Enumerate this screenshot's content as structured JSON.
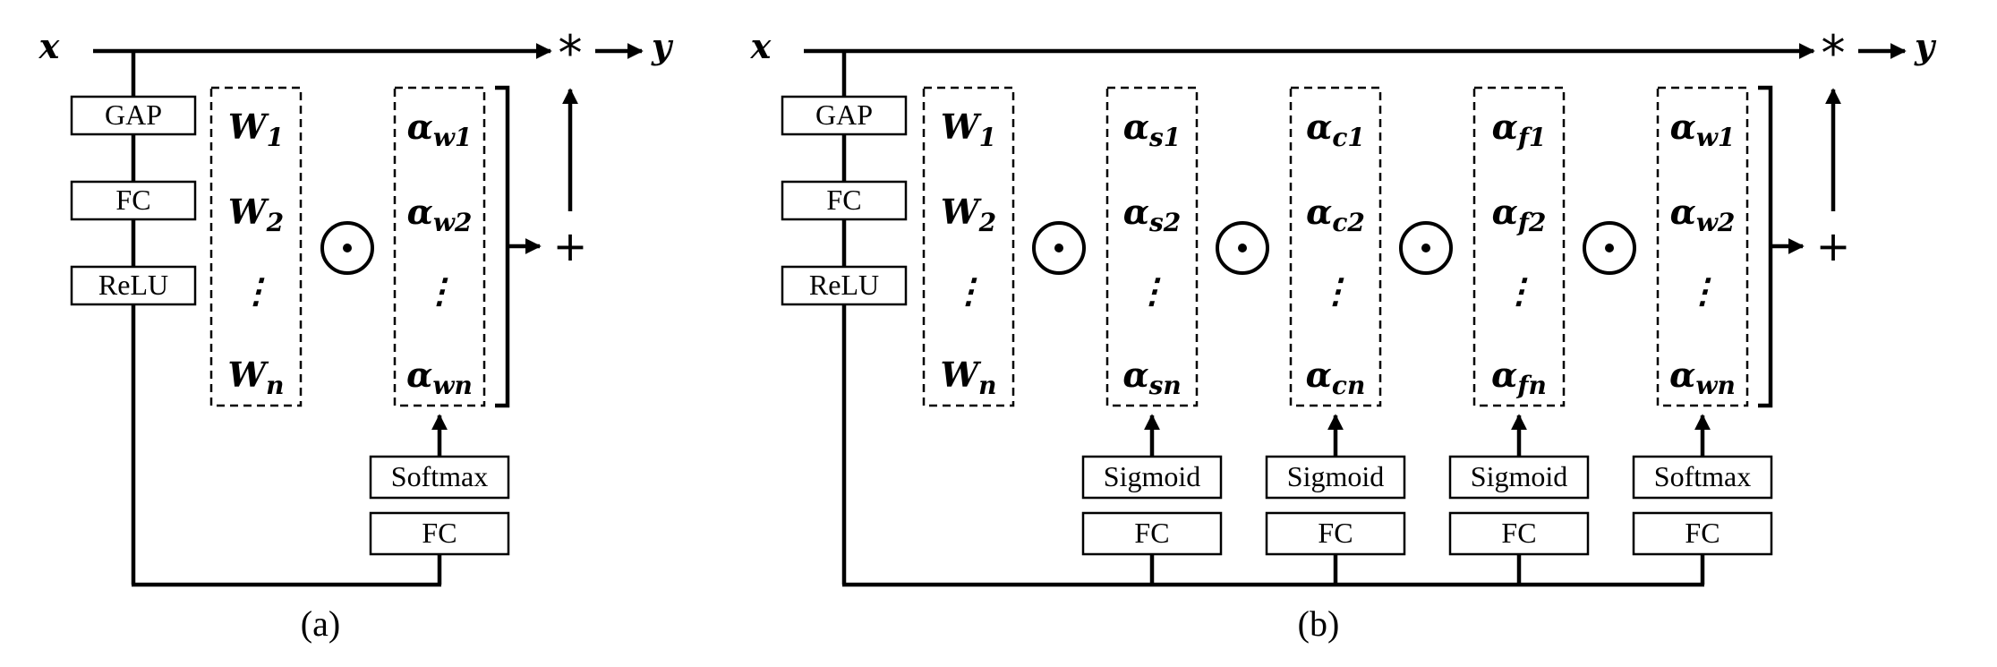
{
  "panel_a": {
    "input_label": "x",
    "output_label": "y",
    "multiply_symbol": "*",
    "sum_symbol": "+",
    "hadamard_symbol": "⊙",
    "encoder_boxes": [
      "GAP",
      "FC",
      "ReLU"
    ],
    "weights": [
      "W1",
      "W2",
      "⋮",
      "Wn"
    ],
    "attention_groups": [
      {
        "items": [
          "αw1",
          "αw2",
          "⋮",
          "αwn"
        ],
        "activation": "Softmax",
        "fc": "FC"
      }
    ],
    "caption": "(a)"
  },
  "panel_b": {
    "input_label": "x",
    "output_label": "y",
    "multiply_symbol": "*",
    "sum_symbol": "+",
    "hadamard_symbol": "⊙",
    "encoder_boxes": [
      "GAP",
      "FC",
      "ReLU"
    ],
    "weights": [
      "W1",
      "W2",
      "⋮",
      "Wn"
    ],
    "attention_groups": [
      {
        "items": [
          "αs1",
          "αs2",
          "⋮",
          "αsn"
        ],
        "activation": "Sigmoid",
        "fc": "FC"
      },
      {
        "items": [
          "αc1",
          "αc2",
          "⋮",
          "αcn"
        ],
        "activation": "Sigmoid",
        "fc": "FC"
      },
      {
        "items": [
          "αf1",
          "αf2",
          "⋮",
          "αfn"
        ],
        "activation": "Sigmoid",
        "fc": "FC"
      },
      {
        "items": [
          "αw1",
          "αw2",
          "⋮",
          "αwn"
        ],
        "activation": "Softmax",
        "fc": "FC"
      }
    ],
    "caption": "(b)"
  }
}
